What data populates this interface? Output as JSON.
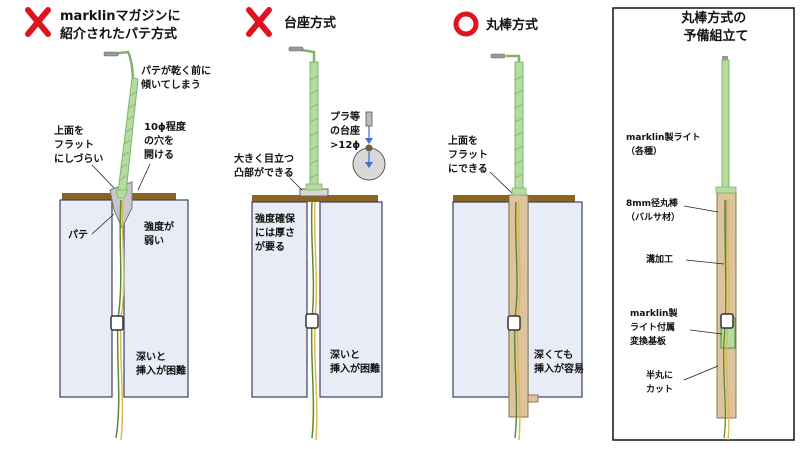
{
  "panels": [
    {
      "mark": "cross",
      "title_lines": [
        "marklinマガジンに",
        "紹介されたパテ方式"
      ],
      "notes": {
        "dry": [
          "パテが乾く前に",
          "傾いてしまう"
        ],
        "flat": [
          "上面を",
          "フラット",
          "にしづらい"
        ],
        "hole": [
          "10ϕ程度",
          "の穴を",
          "開ける"
        ],
        "putty": "パテ",
        "weak": [
          "強度が",
          "弱い"
        ],
        "deep": [
          "深いと",
          "挿入が困難"
        ]
      }
    },
    {
      "mark": "cross",
      "title_lines": [
        "台座方式"
      ],
      "notes": {
        "plastic": [
          "プラ等",
          "の台座",
          ">12ϕ"
        ],
        "bump": [
          "大きく目立つ",
          "凸部ができる"
        ],
        "strength": [
          "強度確保",
          "には厚さ",
          "が要る"
        ],
        "deep": [
          "深いと",
          "挿入が困難"
        ]
      }
    },
    {
      "mark": "circle",
      "title_lines": [
        "丸棒方式"
      ],
      "notes": {
        "flat": [
          "上面を",
          "フラット",
          "にできる"
        ],
        "deep": [
          "深くても",
          "挿入が容易"
        ]
      }
    },
    {
      "mark": "",
      "title_lines": [
        "丸棒方式の",
        "予備組立て"
      ],
      "notes": {
        "light": [
          "marklin製ライト",
          "（各種）"
        ],
        "rod": [
          "8mm径丸棒",
          "（バルサ材）"
        ],
        "groove": "溝加工",
        "board": [
          "marklin製",
          "ライト付属",
          "変換基板"
        ],
        "cut": [
          "半丸に",
          "カット"
        ]
      }
    }
  ],
  "colors": {
    "cross": "#e0141e",
    "circle": "#e0141e",
    "lamp_green": "#b5dca0",
    "lamp_stroke": "#7fb36a",
    "baseboard": "#8a6420",
    "board_face": "#e8ecf6",
    "board_stroke": "#3a4360",
    "wood": "#dcc59e",
    "putty": "#c8c8c8",
    "wire_green": "#5a8a3a",
    "wire_yellow": "#e2b84a"
  }
}
